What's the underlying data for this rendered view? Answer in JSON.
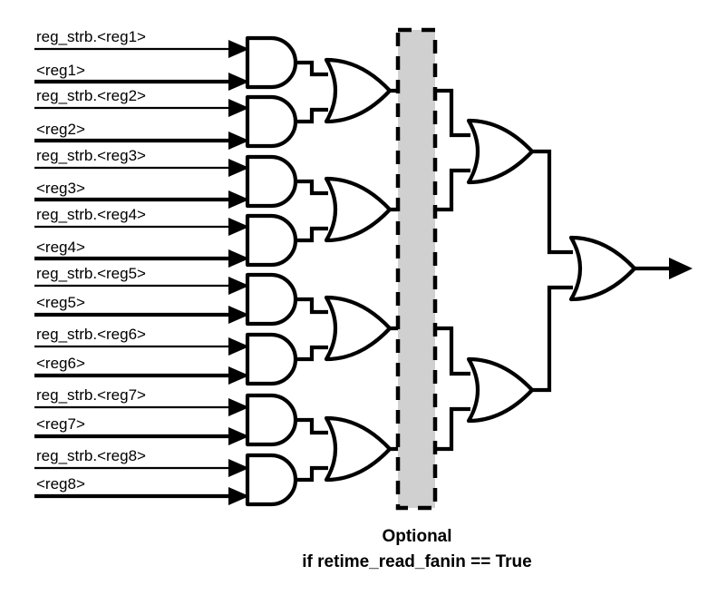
{
  "diagram": {
    "title": "Register read fanin logic",
    "caption": {
      "line1": "Optional",
      "line2": "if retime_read_fanin == True"
    },
    "colors": {
      "wire": "#000000",
      "gate_fill": "#ffffff",
      "register_bar_fill": "#d0d0d0",
      "background": "#ffffff"
    },
    "inputs": [
      {
        "strobe": "reg_strb.<reg1>",
        "data": "<reg1>"
      },
      {
        "strobe": "reg_strb.<reg2>",
        "data": "<reg2>"
      },
      {
        "strobe": "reg_strb.<reg3>",
        "data": "<reg3>"
      },
      {
        "strobe": "reg_strb.<reg4>",
        "data": "<reg4>"
      },
      {
        "strobe": "reg_strb.<reg5>",
        "data": "<reg5>"
      },
      {
        "strobe": "reg_strb.<reg6>",
        "data": "<reg6>"
      },
      {
        "strobe": "reg_strb.<reg7>",
        "data": "<reg7>"
      },
      {
        "strobe": "reg_strb.<reg8>",
        "data": "<reg8>"
      }
    ],
    "gates": {
      "and_count": 8,
      "or_level1_count": 4,
      "or_level2_count": 2,
      "or_level3_count": 1,
      "and_label": "AND",
      "or_label": "OR"
    },
    "register_stage": {
      "name": "retime_read_fanin pipeline register",
      "optional": true
    },
    "output": {
      "name": "read data fanin output",
      "label": ""
    }
  }
}
